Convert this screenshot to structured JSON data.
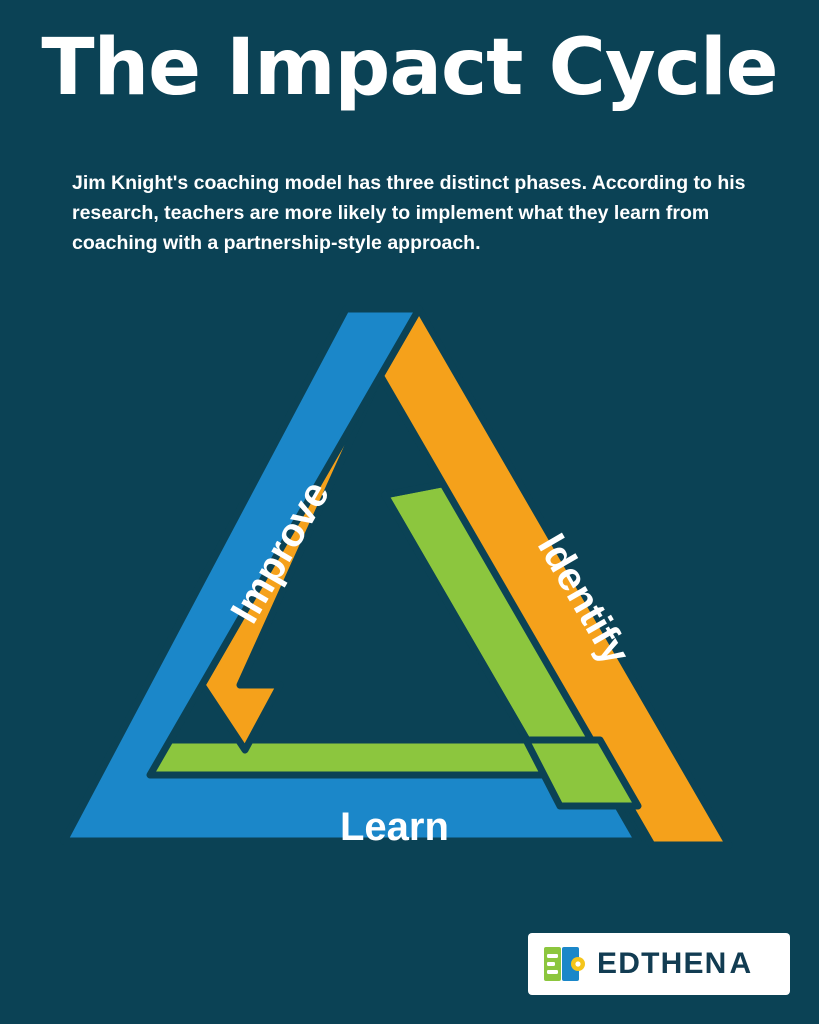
{
  "page": {
    "background_color": "#0b4255",
    "title": "The Impact Cycle",
    "subtitle": "Jim Knight's coaching model has three distinct phases. According to his research, teachers are more likely to implement what they learn from coaching with a partnership-style approach."
  },
  "diagram": {
    "type": "penrose-triangle",
    "name": "impact-cycle-triangle",
    "arms": [
      {
        "label": "Improve",
        "color": "#1b87c9",
        "position": "left",
        "rotation": -60
      },
      {
        "label": "Identify",
        "color": "#f5a11b",
        "position": "right",
        "rotation": 60
      },
      {
        "label": "Learn",
        "color": "#8cc63e",
        "position": "bottom",
        "rotation": 0
      }
    ],
    "label_color": "#ffffff"
  },
  "logo": {
    "brand": "EDTHEN",
    "brand_final_letter": "A",
    "background_color": "#ffffff",
    "text_color": "#123c52",
    "mark_colors": [
      "#8cc63e",
      "#1b87c9",
      "#f5c51b"
    ],
    "mark_icon": "edthena-book-icon"
  }
}
